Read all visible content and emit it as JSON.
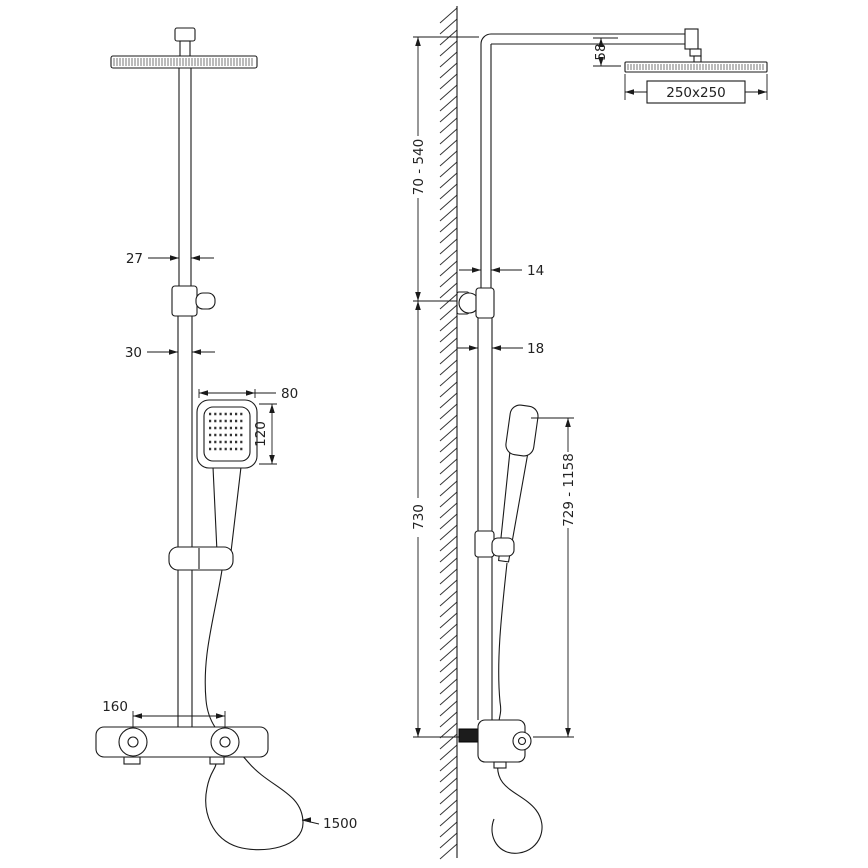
{
  "drawing": {
    "front_view": {
      "dims": {
        "pipe_width": "27",
        "lower_pipe_width": "30",
        "handset_width": "80",
        "handset_height": "120",
        "valve_centers": "160",
        "hose_length": "1500"
      }
    },
    "side_view": {
      "dims": {
        "head_drop": "58",
        "head_size": "250x250",
        "upper_range": "70 - 540",
        "upper_pipe_depth": "14",
        "lower_pipe_depth": "18",
        "riser_height": "730",
        "handset_range": "729 - 1158"
      }
    }
  }
}
